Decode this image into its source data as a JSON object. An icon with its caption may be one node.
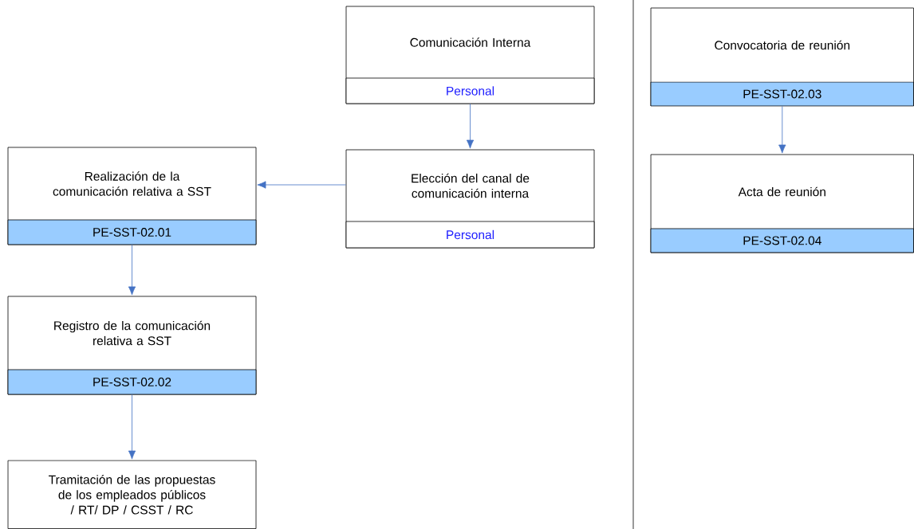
{
  "diagram": {
    "nodes": [
      {
        "text": [
          "Comunicación Interna",
          "Personal"
        ]
      },
      {
        "text": [
          "Elección del canal de comunicación interna",
          "Personal"
        ]
      },
      {
        "text": [
          "Realización de la comunicación relativa a SST",
          "PE-SST-02.01"
        ]
      },
      {
        "text": [
          "Registro de la comunicación relativa a SST",
          "PE-SST-02.02"
        ]
      },
      {
        "text": [
          "Tramitación de las propuestas de los empleados públicos / RT/ DP / CSST / RC"
        ]
      },
      {
        "text": [
          "Convocatoria de reunión",
          "PE-SST-02.03"
        ]
      },
      {
        "text": [
          "Acta de reunión",
          "PE-SST-02.04"
        ]
      }
    ],
    "edges": [
      {
        "from": 0,
        "to": 1,
        "arrow": "to"
      },
      {
        "from": 1,
        "to": 2,
        "arrow": "to"
      },
      {
        "from": 2,
        "to": 3,
        "arrow": "to"
      },
      {
        "from": 3,
        "to": 4,
        "arrow": "to"
      },
      {
        "from": 5,
        "to": 6,
        "arrow": "to"
      }
    ]
  }
}
